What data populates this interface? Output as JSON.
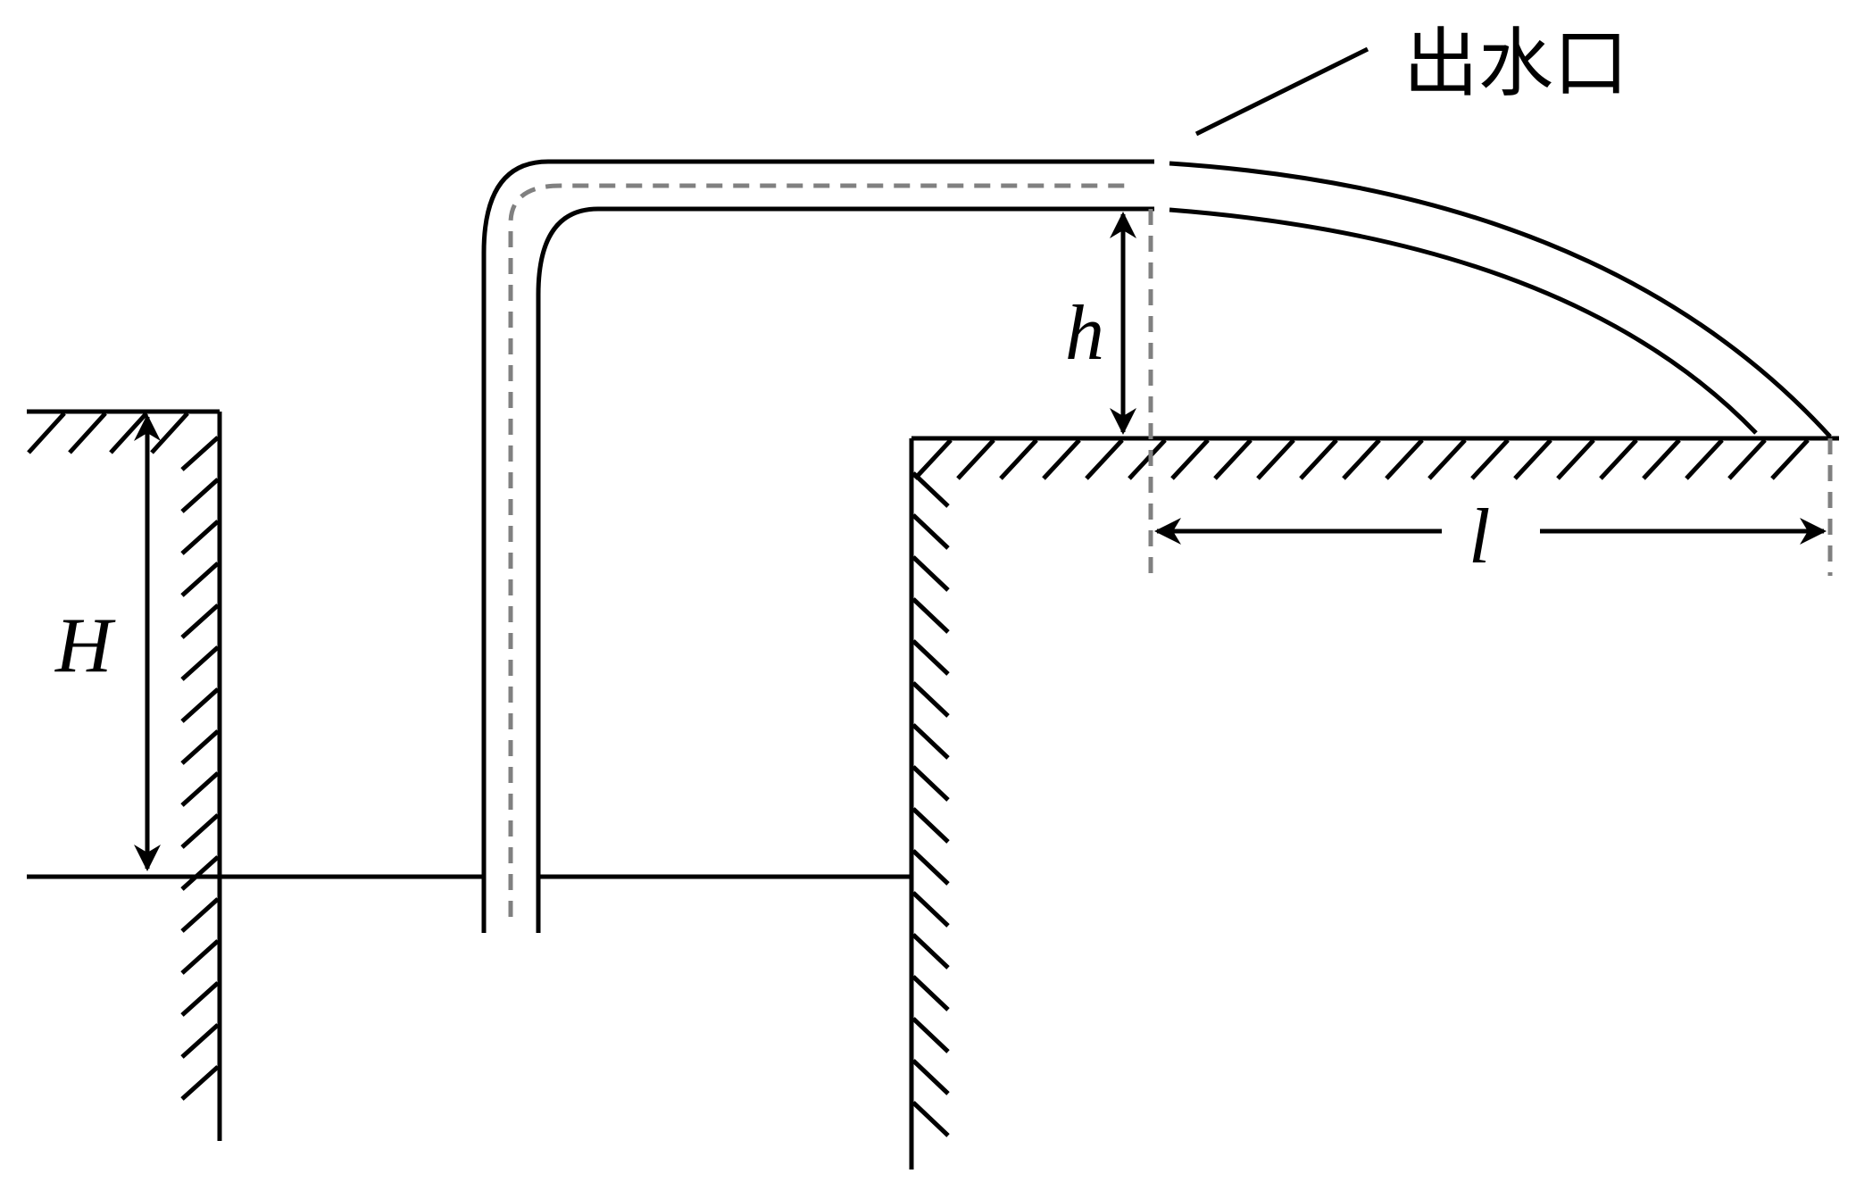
{
  "labels": {
    "outlet": "出水口",
    "H": "H",
    "h": "h",
    "l": "l"
  },
  "colors": {
    "line": "#000000",
    "dashed_guide": "#808080",
    "background": "#ffffff"
  }
}
